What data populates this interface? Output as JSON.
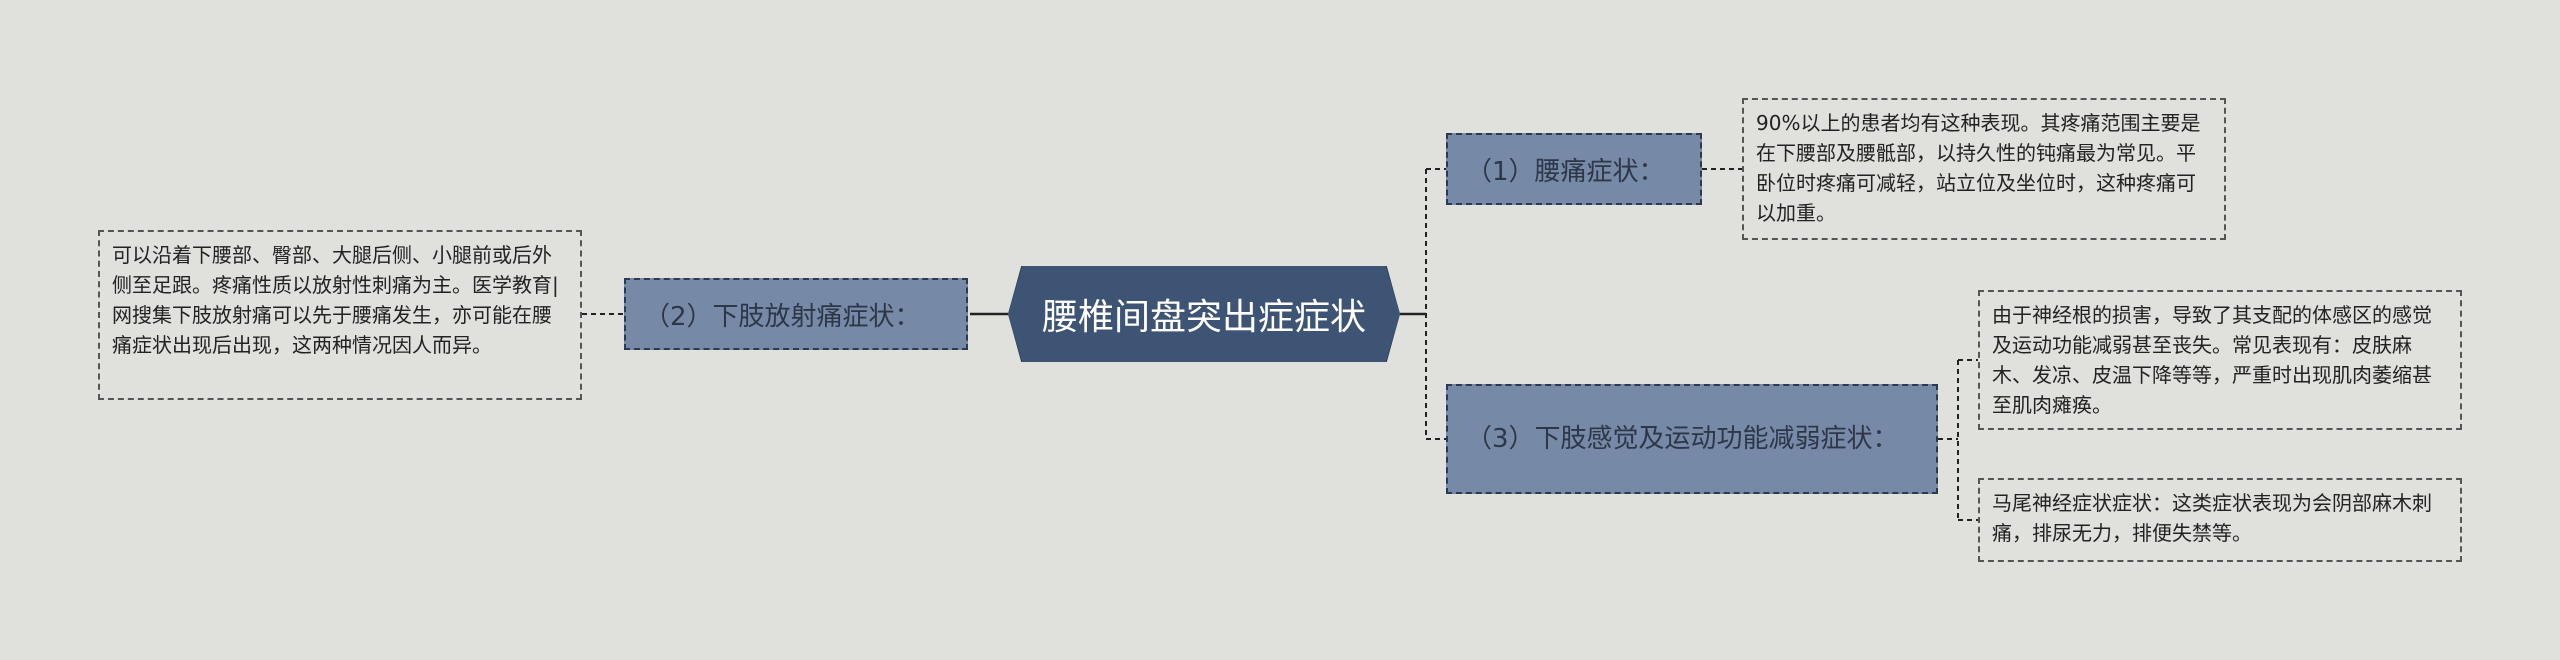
{
  "root": {
    "label": "腰椎间盘突出症症状"
  },
  "branches": [
    {
      "label": "（1）腰痛症状："
    },
    {
      "label": "（2）下肢放射痛症状："
    },
    {
      "label": "（3）下肢感觉及运动功能减弱症状："
    }
  ],
  "leaves": [
    {
      "text": "90%以上的患者均有这种表现。其疼痛范围主要是在下腰部及腰骶部，以持久性的钝痛最为常见。平卧位时疼痛可减轻，站立位及坐位时，这种疼痛可以加重。"
    },
    {
      "text": "可以沿着下腰部、臀部、大腿后侧、小腿前或后外侧至足跟。疼痛性质以放射性刺痛为主。医学教育|网搜集下肢放射痛可以先于腰痛发生，亦可能在腰痛症状出现后出现，这两种情况因人而异。"
    },
    {
      "text": "由于神经根的损害，导致了其支配的体感区的感觉及运动功能减弱甚至丧失。常见表现有：皮肤麻木、发凉、皮温下降等等，严重时出现肌肉萎缩甚至肌肉瘫痪。"
    },
    {
      "text": "马尾神经症状症状：这类症状表现为会阴部麻木刺痛，排尿无力，排便失禁等。"
    }
  ],
  "colors": {
    "background": "#e0e1dd",
    "root_fill": "#3e5474",
    "branch_fill": "#7689a7",
    "line": "#222222"
  }
}
